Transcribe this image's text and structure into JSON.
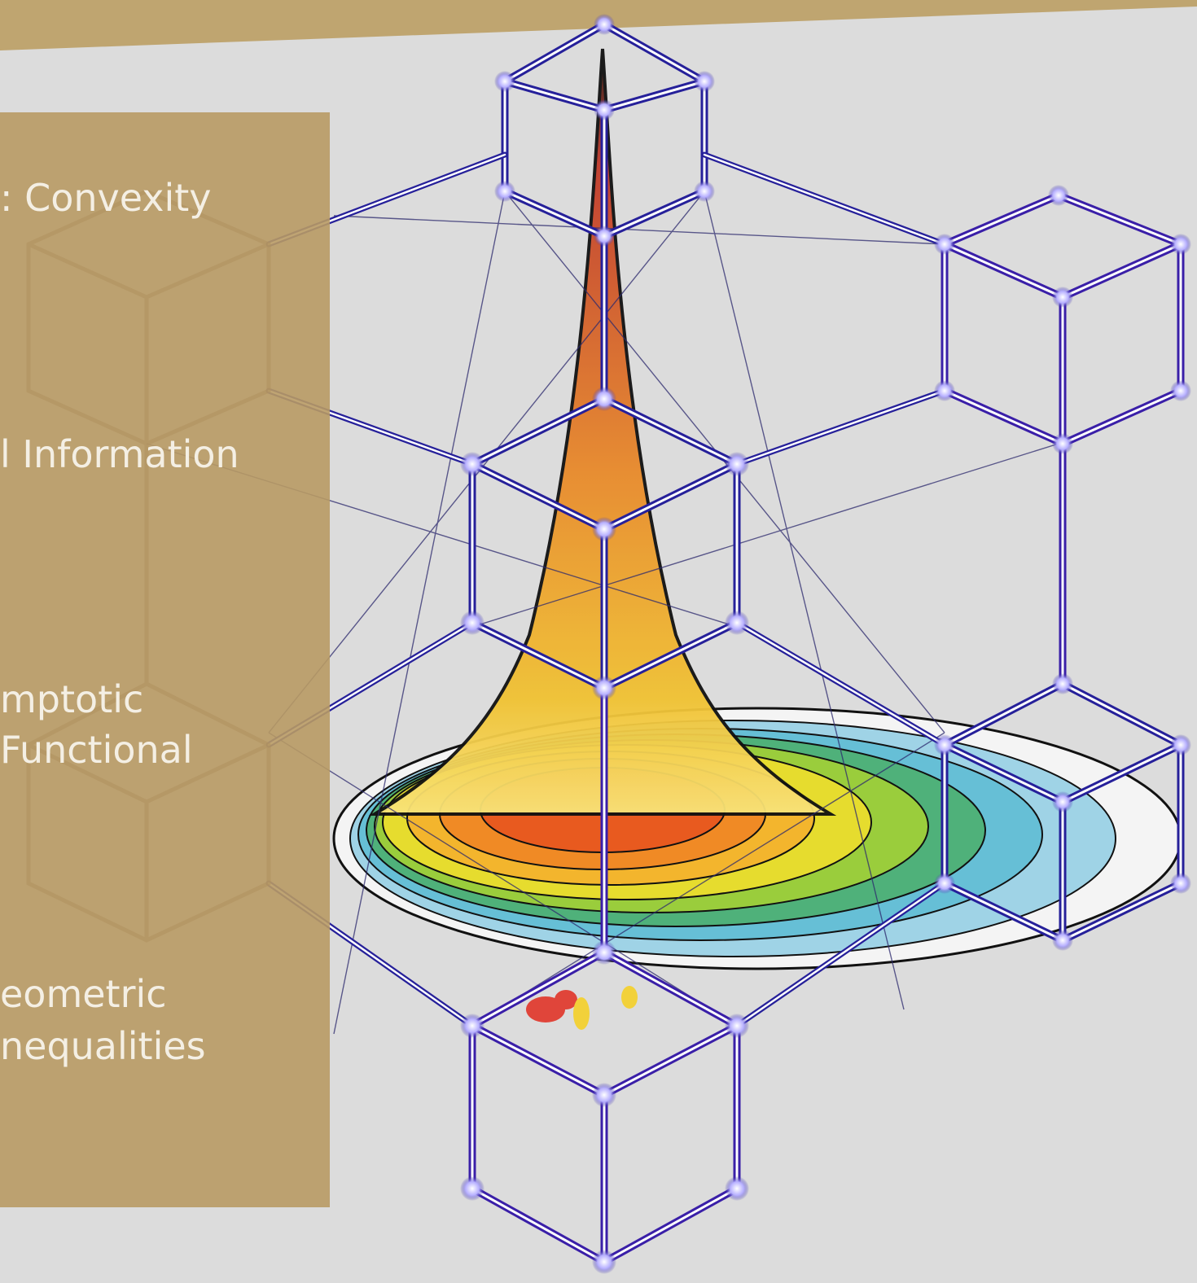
{
  "colors": {
    "banner": "#bfa570",
    "panel": "#b89a64",
    "background": "#dcdcdc",
    "lattice": "#3a2fa8",
    "node_glow": "#ffffff",
    "spire_top": "#c0392b",
    "spire_mid": "#e8892b",
    "contour_low": "#2a9fd6"
  },
  "topics": {
    "convexity": ": Convexity",
    "information": "l Information",
    "asymptotic_1": "mptotic",
    "asymptotic_2": "Functional",
    "geometric_1": "eometric",
    "geometric_2": "nequalities"
  },
  "icons": [
    "hexagonal-lattice-icon",
    "tower-icon",
    "contour-surface-icon"
  ]
}
